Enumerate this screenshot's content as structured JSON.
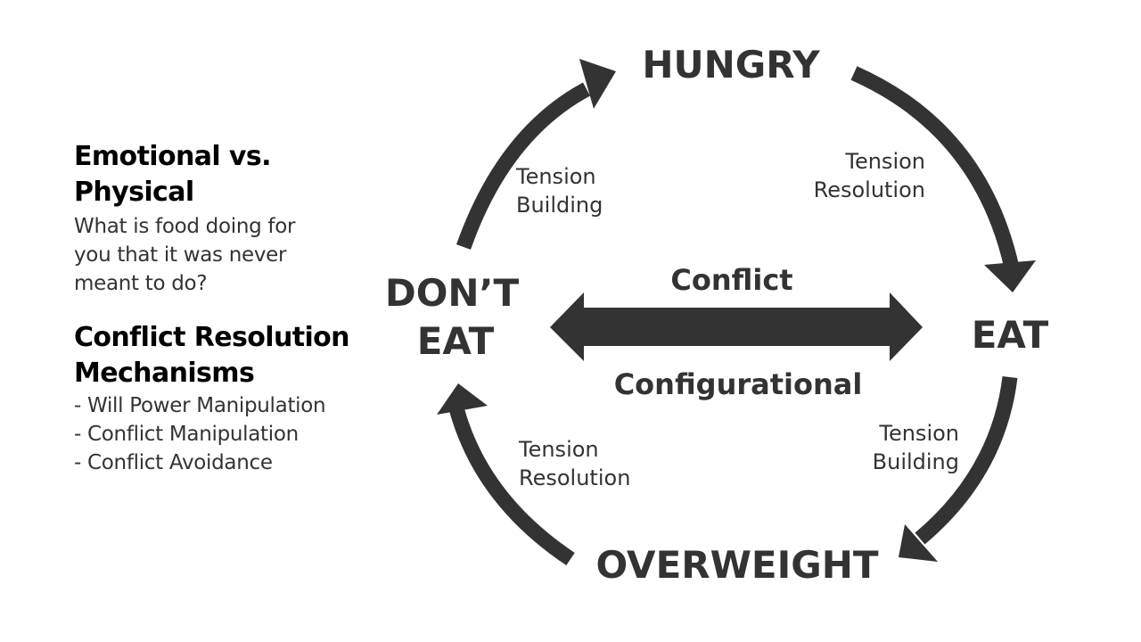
{
  "left_panel": {
    "section1": {
      "heading": "Emotional vs. Physical",
      "body_lines": [
        "What is food doing for",
        "you that it was never",
        "meant to do?"
      ]
    },
    "section2": {
      "heading_lines": [
        "Conflict Resolution",
        "Mechanisms"
      ],
      "items": [
        "- Will Power Manipulation",
        "- Conflict Manipulation",
        "- Conflict Avoidance"
      ]
    }
  },
  "cycle": {
    "nodes": {
      "hungry": "HUNGRY",
      "eat": "EAT",
      "overweight": "OVERWEIGHT",
      "dont_eat_lines": [
        "DON’T",
        "EAT"
      ]
    },
    "edges": {
      "dont_eat_to_hungry": [
        "Tension",
        "Building"
      ],
      "hungry_to_eat": [
        "Tension",
        "Resolution"
      ],
      "eat_to_overweight": [
        "Tension",
        "Building"
      ],
      "overweight_to_dont_eat": [
        "Tension",
        "Resolution"
      ]
    },
    "center": {
      "top_label": "Conflict",
      "bottom_label": "Configurational"
    }
  },
  "colors": {
    "arrow": "#333333",
    "heading": "#000000",
    "text": "#333333",
    "background": "#ffffff"
  }
}
